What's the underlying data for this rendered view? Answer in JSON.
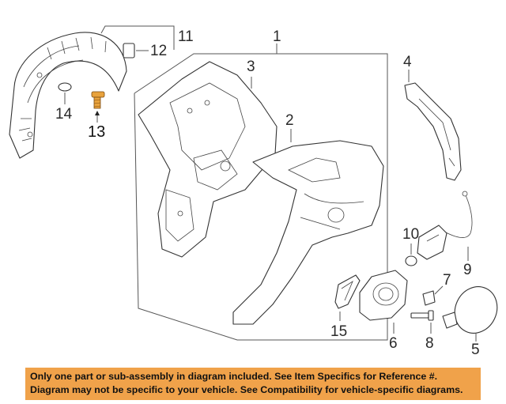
{
  "callouts": {
    "c1": "1",
    "c2": "2",
    "c3": "3",
    "c4": "4",
    "c5": "5",
    "c6": "6",
    "c7": "7",
    "c8": "8",
    "c9": "9",
    "c10": "10",
    "c11": "11",
    "c12": "12",
    "c13": "13",
    "c14": "14",
    "c15": "15"
  },
  "banner": {
    "line1": "Only one part or sub-assembly in diagram included. See Item Specifics for Reference #.",
    "line2": "Diagram may not be specific to your vehicle. See Compatibility for vehicle-specific diagrams."
  },
  "colors": {
    "banner_bg": "#f0a24a",
    "highlight_part": "#e8a23c",
    "line_art": "#333333"
  }
}
